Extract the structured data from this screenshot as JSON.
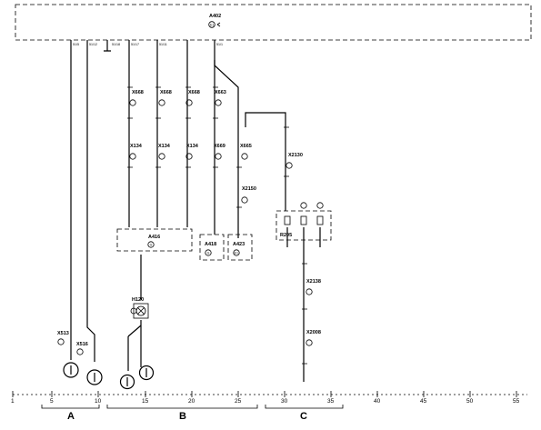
{
  "module_top": "A402",
  "module_top_circle": "E1",
  "connectors": {
    "x668a": "X668",
    "x668b": "X668",
    "x668c": "X668",
    "x663": "X663",
    "x134a": "X134",
    "x134b": "X134",
    "x134c": "X134",
    "x669": "X669",
    "x665": "X665",
    "x2150": "X2150",
    "x2130": "X2130",
    "x2138": "X2138",
    "x2008": "X2008",
    "x513": "X513",
    "x516": "X516"
  },
  "components": {
    "a416": "A416",
    "a416_circle": "G",
    "a418": "A418",
    "a418_circle": "G",
    "a423": "A423",
    "a423_circle": "E1",
    "h120": "H120",
    "r205": "R205",
    "a402_pins": [
      "51/5",
      "51/12",
      "51/18",
      "51/17",
      "51/11",
      "51/1"
    ]
  },
  "scale": {
    "ticks": [
      "1",
      "5",
      "10",
      "15",
      "20",
      "25",
      "30",
      "35",
      "40",
      "45",
      "50",
      "55"
    ],
    "sections": [
      "A",
      "B",
      "C"
    ]
  },
  "icons": [
    "gauge-circle-icon",
    "lamp-x-icon",
    "resistor-icon"
  ]
}
